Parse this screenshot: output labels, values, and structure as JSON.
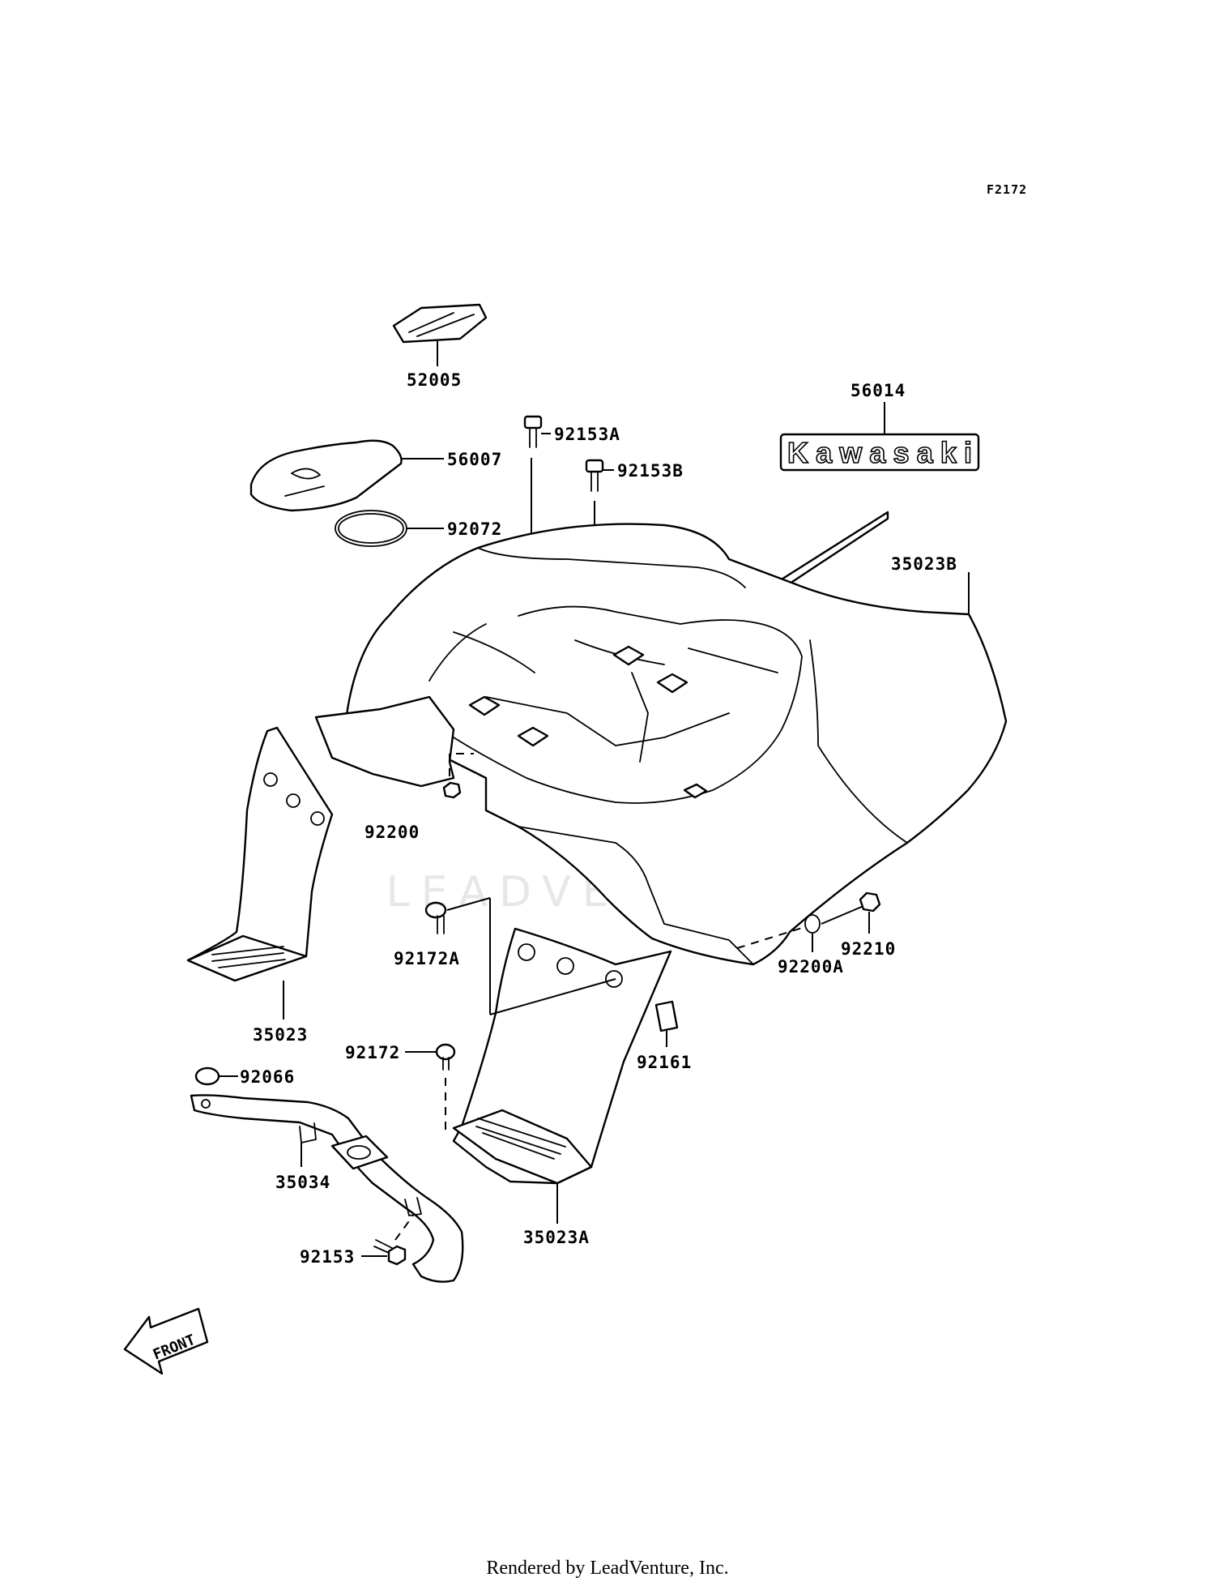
{
  "figure_id": "F2172",
  "watermark": "LEADVENTURE",
  "logo_text": "Kawasaki",
  "front_arrow": "FRONT",
  "footer": "Rendered by LeadVenture, Inc.",
  "parts": {
    "p52005": "52005",
    "p56007": "56007",
    "p92072": "92072",
    "p92153A": "92153A",
    "p92153B": "92153B",
    "p56014": "56014",
    "p35023B": "35023B",
    "p92200": "92200",
    "p92172A": "92172A",
    "p92200A": "92200A",
    "p92210": "92210",
    "p35023": "35023",
    "p92172": "92172",
    "p92161": "92161",
    "p92066": "92066",
    "p35034": "35034",
    "p35023A": "35023A",
    "p92153": "92153"
  }
}
